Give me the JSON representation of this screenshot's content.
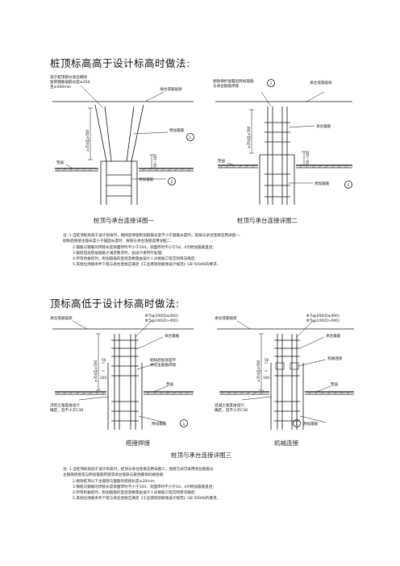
{
  "section1": {
    "heading": "桩顶标高高于设计标高时做法:",
    "fig1": {
      "caption": "桩顶与承台连接详图一",
      "label_top_1": "高于桩顶部分高出剔除",
      "label_top_2": "留管钢筋插筋长度≥35d",
      "label_top_3": "且≥500mm",
      "label_cap": "承台或基础梁",
      "label_added_bar": "附加箍筋",
      "label_cushion": "垫层",
      "label_added_bar_2": "附加箍筋",
      "marker_1": "1",
      "marker_2": "2",
      "dim_left": "≥35d且≥500",
      "dim_right": "50~100"
    },
    "fig2": {
      "caption": "桩顶与承台连接详图二",
      "label_top_1": "剔除保护层露出附加箍筋",
      "label_top_2": "与承台箍筋焊接",
      "label_cap": "承台或基础梁",
      "label_cap_bar": "承台箍筋",
      "label_cushion": "垫层",
      "label_added_bar": "附加箍筋",
      "marker_1": "1",
      "marker_2": "2",
      "dim_left": "≥35d且≥500",
      "dim_right": "50~100"
    },
    "notes": [
      "注: 1.当桩顶标高高于设计标高时，剔除后保留附加箍筋长度不小于箍筋长度时，就按与承台连接选用详图一,",
      "    剔除后保留主箍长度小于锚固长度时，按照与承台连接选用详图二;",
      "2.钢筋与钢筋的焊接长度单面焊时不小于10d，双面焊时不小于5d，d为附加箍筋直径;",
      "3.截桩后加垫层箍筋才满足要求时，由设计者另行处理;",
      "4.所有抗拔桩时，附加箍筋的直径及数量由设计人员根据工程实际情况确定;",
      "5.其他位地质条件下桩与承台连接应满足《工业建筑防腐蚀设计规范》GB 50046的要求。"
    ]
  },
  "section2": {
    "heading": "顶标高低于设计标高时做法:",
    "fig3": {
      "label_cap": "承台或基础梁",
      "label_spec_1": "Φ'5@200(D≤400)",
      "label_spec_2": "Φ'5@100(D>400)",
      "label_cap_bar": "承台箍筋",
      "label_weld": "剔除后加宽度平",
      "label_weld_2": "并与主箍筋焊接",
      "label_cushion": "垫层",
      "label_concrete_1": "浇筑土强度由设计",
      "label_concrete_2": "确定，且不小于C30",
      "label_added_bar": "附加箍筋",
      "marker": "1",
      "dim_50": "50",
      "dim_100": "100",
      "dim_left": "≥35d且≥500",
      "sub_caption": "搭接焊接"
    },
    "fig4": {
      "label_cap": "承台或基础梁",
      "label_spec_1": "Φ'5@200(D≤400)",
      "label_spec_2": "Φ'5@100(D>400)",
      "label_cap_bar": "承台箍筋",
      "label_mech": "机械连接",
      "label_cushion": "垫层",
      "label_concrete_1": "混凝土强度由设计",
      "label_concrete_2": "确定，且不小于C30",
      "label_added_bar": "附加箍筋",
      "marker": "1",
      "dim_50": "50",
      "dim_100": "100",
      "dim_left": "≥35d且≥500",
      "sub_caption": "机械连接"
    },
    "caption": "桩顶与承台连接详图三",
    "notes": [
      "注: 1.当桩顶标高低于设计标高时，桩顶与承台连接选用详图三，连接方式可采用承台箍筋与",
      "    主箍筋搭接或与附加箍筋焊接或承台箍筋与箍围螺母机械连接;",
      "2.剔除桩顶以下主箍筋与箍筋的搭接长度≥20mm;",
      "3.钢筋与钢筋的焊接长度单面焊时不小于10d，双面焊时不小于5d，d为附加箍筋直径;",
      "4.所有抗拔桩时，附加箍筋的直径及数量由设计人员根据工程实际情况确定;",
      "5.其他位地质条件下桩与承台连接应满足《工业建筑防腐蚀设计规范》GB 50046的要求。"
    ]
  }
}
